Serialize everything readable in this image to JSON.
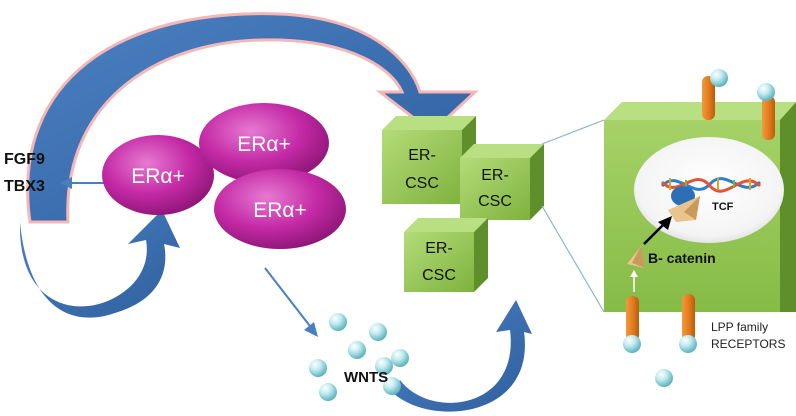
{
  "labels": {
    "growth_factor_1": "FGF9",
    "growth_factor_2": "TBX3",
    "er_pos_cell": "ERα+",
    "er_neg_stem_line1": "ER-",
    "er_neg_stem_line2": "CSC",
    "wnts": "WNTS",
    "tcf": "TCF",
    "beta_catenin": "B- catenin",
    "receptors_line1": "LPP family",
    "receptors_line2": "RECEPTORS"
  },
  "colors": {
    "arrow_blue": "#3b6fb0",
    "arrow_glow": "#f4b6b6",
    "ellipse_magenta": "#c42aa6",
    "cube_green": "#92c451",
    "cube_dark": "#5f8f2a",
    "receptor_orange": "#e07a1c",
    "sphere_cyan": "#a8e0e4"
  }
}
